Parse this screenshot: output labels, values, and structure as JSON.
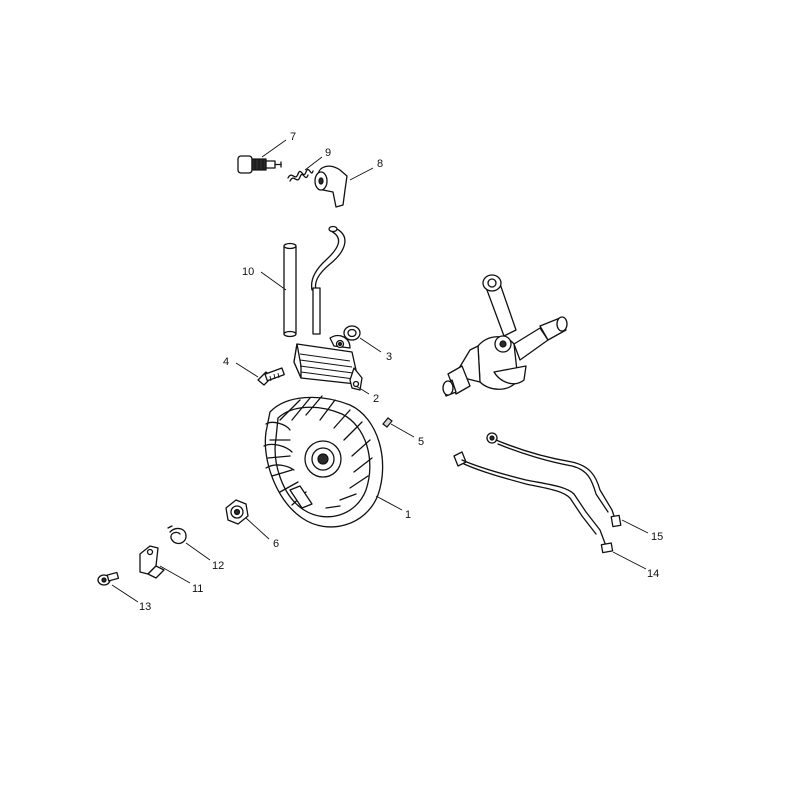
{
  "diagram": {
    "type": "exploded-parts-diagram",
    "callouts": [
      {
        "id": "p1",
        "label": "1"
      },
      {
        "id": "p2",
        "label": "2"
      },
      {
        "id": "p3",
        "label": "3"
      },
      {
        "id": "p4",
        "label": "4"
      },
      {
        "id": "p5",
        "label": "5"
      },
      {
        "id": "p6",
        "label": "6"
      },
      {
        "id": "p7",
        "label": "7"
      },
      {
        "id": "p8",
        "label": "8"
      },
      {
        "id": "p9",
        "label": "9"
      },
      {
        "id": "p10",
        "label": "10"
      },
      {
        "id": "p11",
        "label": "11"
      },
      {
        "id": "p12",
        "label": "12"
      },
      {
        "id": "p13",
        "label": "13"
      },
      {
        "id": "p14",
        "label": "14"
      },
      {
        "id": "p15",
        "label": "15"
      }
    ]
  },
  "colors": {
    "line": "#111111",
    "background": "#ffffff"
  }
}
